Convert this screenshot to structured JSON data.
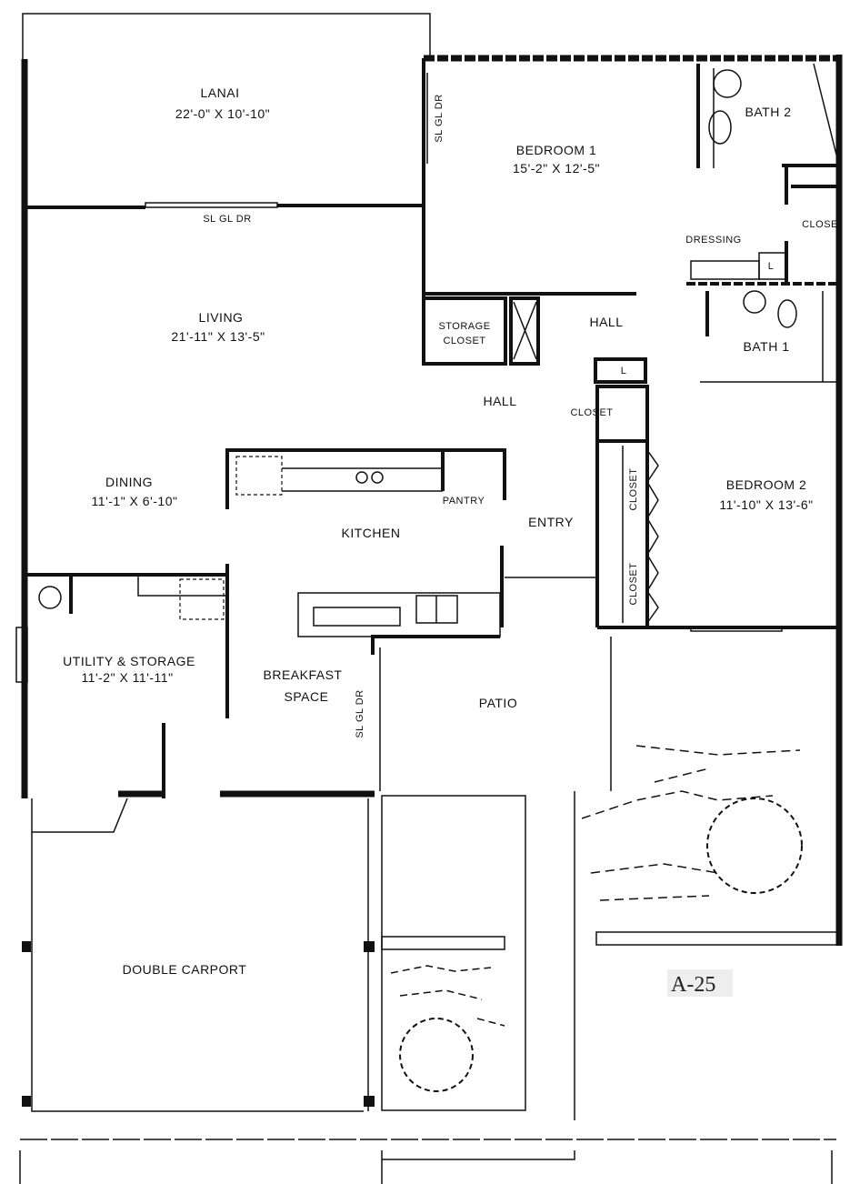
{
  "plan_id": "A-25",
  "rooms": {
    "lanai": {
      "name": "LANAI",
      "size": "22'-0\" X 10'-10\""
    },
    "living": {
      "name": "LIVING",
      "size": "21'-11\" X 13'-5\""
    },
    "dining": {
      "name": "DINING",
      "size": "11'-1\" X 6'-10\""
    },
    "utility": {
      "name": "UTILITY & STORAGE",
      "size": "11'-2\" X 11'-11\""
    },
    "bedroom1": {
      "name": "BEDROOM 1",
      "size": "15'-2\" X 12'-5\""
    },
    "bedroom2": {
      "name": "BEDROOM 2",
      "size": "11'-10\" X 13'-6\""
    },
    "kitchen": {
      "name": "KITCHEN"
    },
    "pantry": {
      "name": "PANTRY"
    },
    "entry": {
      "name": "ENTRY"
    },
    "hall_upper": {
      "name": "HALL"
    },
    "hall_lower": {
      "name": "HALL"
    },
    "bath1": {
      "name": "BATH 1"
    },
    "bath2": {
      "name": "BATH 2"
    },
    "dressing": {
      "name": "DRESSING"
    },
    "closet_bath": {
      "name": "CLOSE"
    },
    "storage_closet": {
      "line1": "STORAGE",
      "line2": "CLOSET"
    },
    "hall_closet": {
      "name": "CLOSET"
    },
    "bed2_closet_a": {
      "name": "CLOSET"
    },
    "bed2_closet_b": {
      "name": "CLOSET"
    },
    "breakfast": {
      "line1": "BREAKFAST",
      "line2": "SPACE"
    },
    "patio": {
      "name": "PATIO"
    },
    "carport": {
      "name": "DOUBLE CARPORT"
    }
  },
  "doors": {
    "lanai_living": "SL GL DR",
    "bedroom1": "SL GL DR",
    "breakfast": "SL GL DR"
  },
  "linen_marks": [
    "L",
    "L"
  ]
}
